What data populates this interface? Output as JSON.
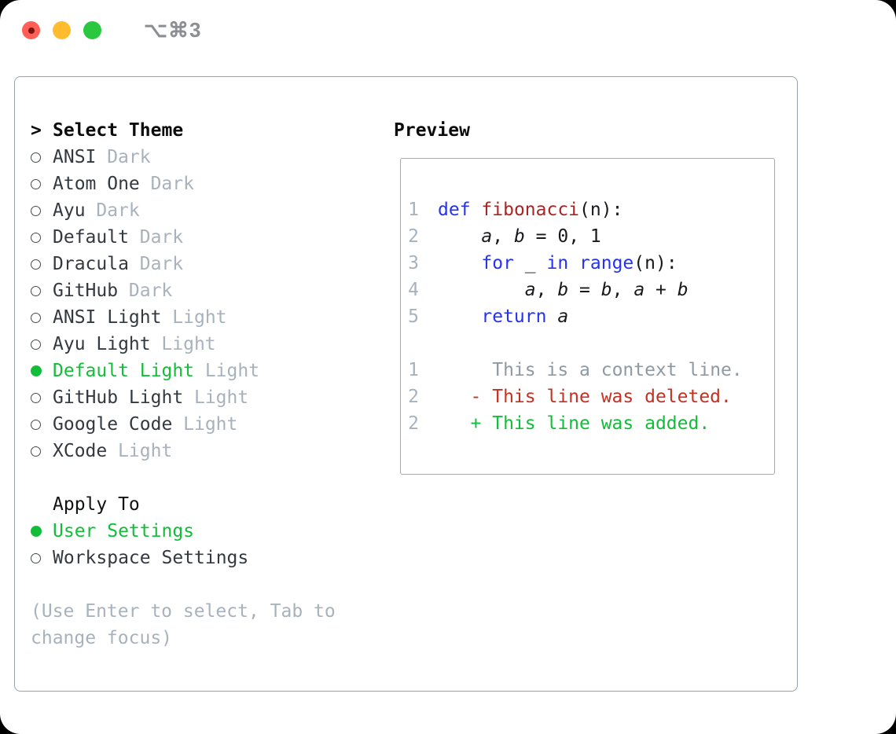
{
  "titlebar": {
    "title": "⌥⌘3"
  },
  "left": {
    "header_marker": ">",
    "header": "Select Theme",
    "themes": [
      {
        "name": "ANSI",
        "variant": "Dark",
        "selected": false
      },
      {
        "name": "Atom One",
        "variant": "Dark",
        "selected": false
      },
      {
        "name": "Ayu",
        "variant": "Dark",
        "selected": false
      },
      {
        "name": "Default",
        "variant": "Dark",
        "selected": false
      },
      {
        "name": "Dracula",
        "variant": "Dark",
        "selected": false
      },
      {
        "name": "GitHub",
        "variant": "Dark",
        "selected": false
      },
      {
        "name": "ANSI Light",
        "variant": "Light",
        "selected": false
      },
      {
        "name": "Ayu Light",
        "variant": "Light",
        "selected": false
      },
      {
        "name": "Default Light",
        "variant": "Light",
        "selected": true
      },
      {
        "name": "GitHub Light",
        "variant": "Light",
        "selected": false
      },
      {
        "name": "Google Code",
        "variant": "Light",
        "selected": false
      },
      {
        "name": "XCode",
        "variant": "Light",
        "selected": false
      }
    ],
    "apply_to": {
      "header": "Apply To",
      "options": [
        {
          "label": "User Settings",
          "selected": true
        },
        {
          "label": "Workspace Settings",
          "selected": false
        }
      ]
    },
    "help_lines": [
      "(Use Enter to select, Tab to",
      "change focus)"
    ]
  },
  "preview": {
    "header": "Preview",
    "code_lines": [
      {
        "num": "1",
        "tokens": [
          [
            "kw",
            "def"
          ],
          [
            "pl",
            " "
          ],
          [
            "fn",
            "fibonacci"
          ],
          [
            "pl",
            "(n):"
          ]
        ]
      },
      {
        "num": "2",
        "tokens": [
          [
            "pl",
            "    "
          ],
          [
            "var",
            "a"
          ],
          [
            "pl",
            ", "
          ],
          [
            "var",
            "b"
          ],
          [
            "pl",
            " = 0, 1"
          ]
        ]
      },
      {
        "num": "3",
        "tokens": [
          [
            "pl",
            "    "
          ],
          [
            "kw",
            "for"
          ],
          [
            "pl",
            " _ "
          ],
          [
            "kw",
            "in"
          ],
          [
            "pl",
            " "
          ],
          [
            "kw",
            "range"
          ],
          [
            "pl",
            "(n):"
          ]
        ]
      },
      {
        "num": "4",
        "tokens": [
          [
            "pl",
            "        "
          ],
          [
            "var",
            "a"
          ],
          [
            "pl",
            ", "
          ],
          [
            "var",
            "b"
          ],
          [
            "pl",
            " = "
          ],
          [
            "var",
            "b"
          ],
          [
            "pl",
            ", "
          ],
          [
            "var",
            "a"
          ],
          [
            "pl",
            " + "
          ],
          [
            "var",
            "b"
          ]
        ]
      },
      {
        "num": "5",
        "tokens": [
          [
            "pl",
            "    "
          ],
          [
            "kw",
            "return"
          ],
          [
            "pl",
            " "
          ],
          [
            "var",
            "a"
          ]
        ]
      }
    ],
    "diff_lines": [
      {
        "num": "1",
        "tokens": [
          [
            "pl",
            "     "
          ],
          [
            "ctx",
            "This is a context line."
          ]
        ]
      },
      {
        "num": "2",
        "tokens": [
          [
            "pl",
            "   "
          ],
          [
            "del",
            "- This line was deleted."
          ]
        ]
      },
      {
        "num": "2",
        "tokens": [
          [
            "pl",
            "   "
          ],
          [
            "add",
            "+ This line was added."
          ]
        ]
      }
    ]
  },
  "colors": {
    "green": "#12bd39",
    "red": "#c43122",
    "blue": "#2433ee",
    "fnred": "#a92525",
    "muted": "#a8b2bd",
    "ctx_gray": "#8f99a3",
    "text_dark": "#33393f",
    "code_text": "#17191c",
    "panel_border": "#99a2ad",
    "preview_border": "#a2aab4",
    "traffic_red": "#ff5f57",
    "traffic_yellow": "#febc2e",
    "traffic_green": "#2ac840",
    "title_gray": "#8c8e93"
  }
}
